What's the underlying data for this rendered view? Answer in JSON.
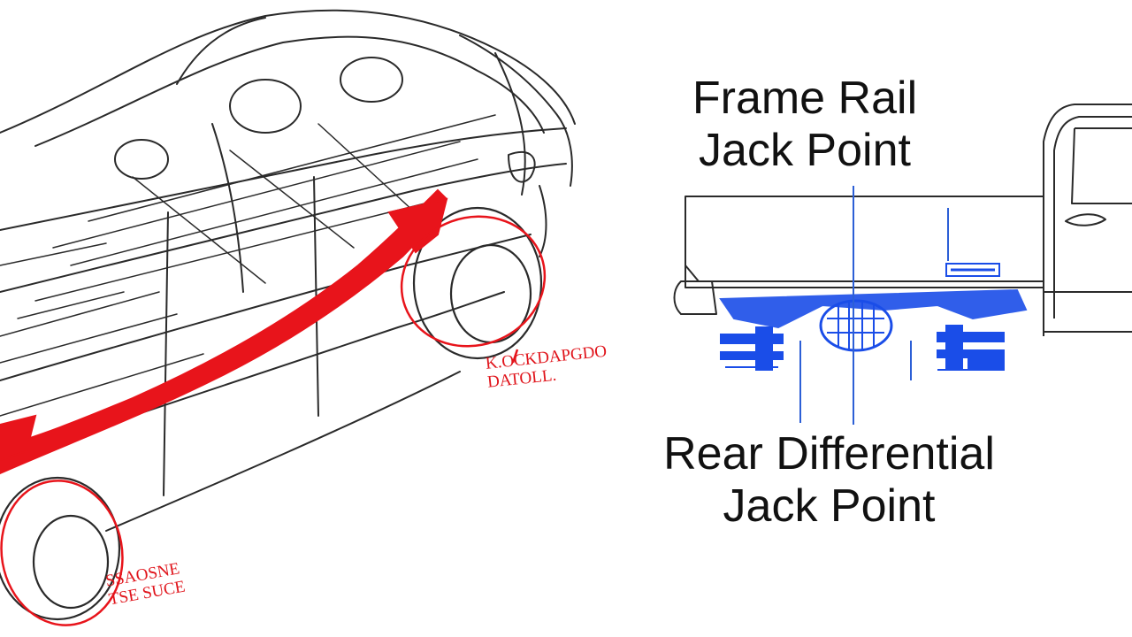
{
  "labels": {
    "frame_rail": {
      "line1": "Frame Rail",
      "line2": "Jack Point"
    },
    "rear_differential": {
      "line1": "Rear Differential",
      "line2": "Jack Point"
    }
  },
  "scrawls": {
    "right_wheel": {
      "line1": "K.OCKDAPGDO",
      "line2": "DATOLL."
    },
    "left_wheel": {
      "line1": "SSAOSNE",
      "line2": "TSE SUCE"
    }
  },
  "colors": {
    "line_art": "#2a2a2a",
    "highlight_red": "#e8141b",
    "highlight_blue": "#1a4de8",
    "leader_line": "#2c5fd6",
    "label_text": "#111111"
  }
}
